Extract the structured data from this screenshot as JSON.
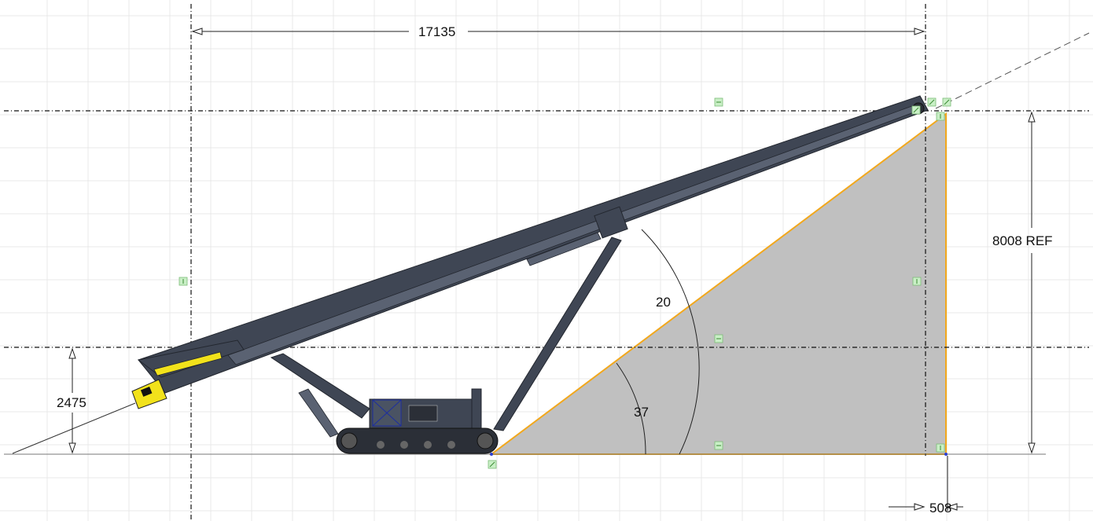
{
  "drawing": {
    "dimensions": {
      "overall_length": "17135",
      "discharge_height": "8008 REF",
      "feed_height": "2475",
      "angle_conveyor": "20",
      "angle_stockpile": "37",
      "offset": "508"
    },
    "colors": {
      "stockpile_fill": "#c0c0c0",
      "stockpile_outline": "#f2a81d",
      "conveyor_frame": "#3f4654",
      "hopper_yellow": "#f2e21b",
      "constraint_marker": "#c9efc6"
    },
    "icons": [
      "constraint-marker-icon",
      "coincident-marker-icon"
    ]
  }
}
